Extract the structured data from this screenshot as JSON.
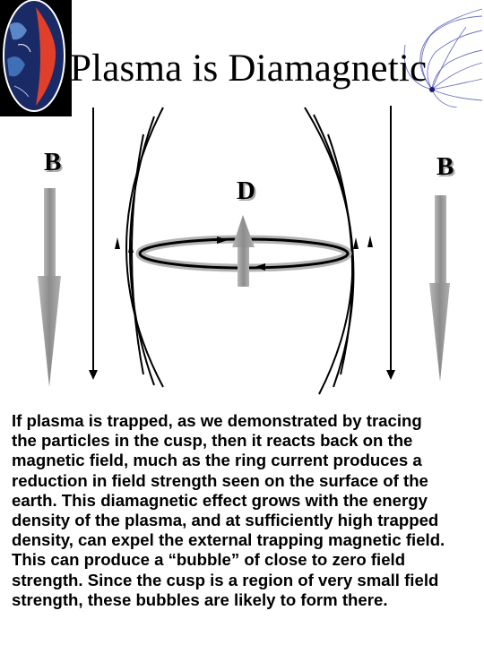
{
  "title": "Plasma is Diamagnetic",
  "labels": {
    "b_left": "B",
    "b_right": "B",
    "d_center": "D"
  },
  "icons": {
    "top_left": "earth-magnetosphere-photo-icon",
    "top_right": "magnetic-field-lines-icon"
  },
  "colors": {
    "field_arrow_gray": "#9a9a9a",
    "ring_gray": "#b4b4b4"
  },
  "body_lines": [
    "If plasma is trapped, as we demonstrated by tracing",
    "the particles in the cusp, then it reacts back on the",
    "magnetic field, much as the ring current produces a",
    "reduction in field strength seen on the surface of the",
    "earth. This diamagnetic effect grows with the energy",
    "density of the plasma, and at sufficiently high trapped",
    "density, can expel the external trapping magnetic field.",
    "This can produce a “bubble” of close to zero field",
    "strength.  Since the cusp is a region of very small field",
    "strength, these bubbles are likely to form there."
  ]
}
